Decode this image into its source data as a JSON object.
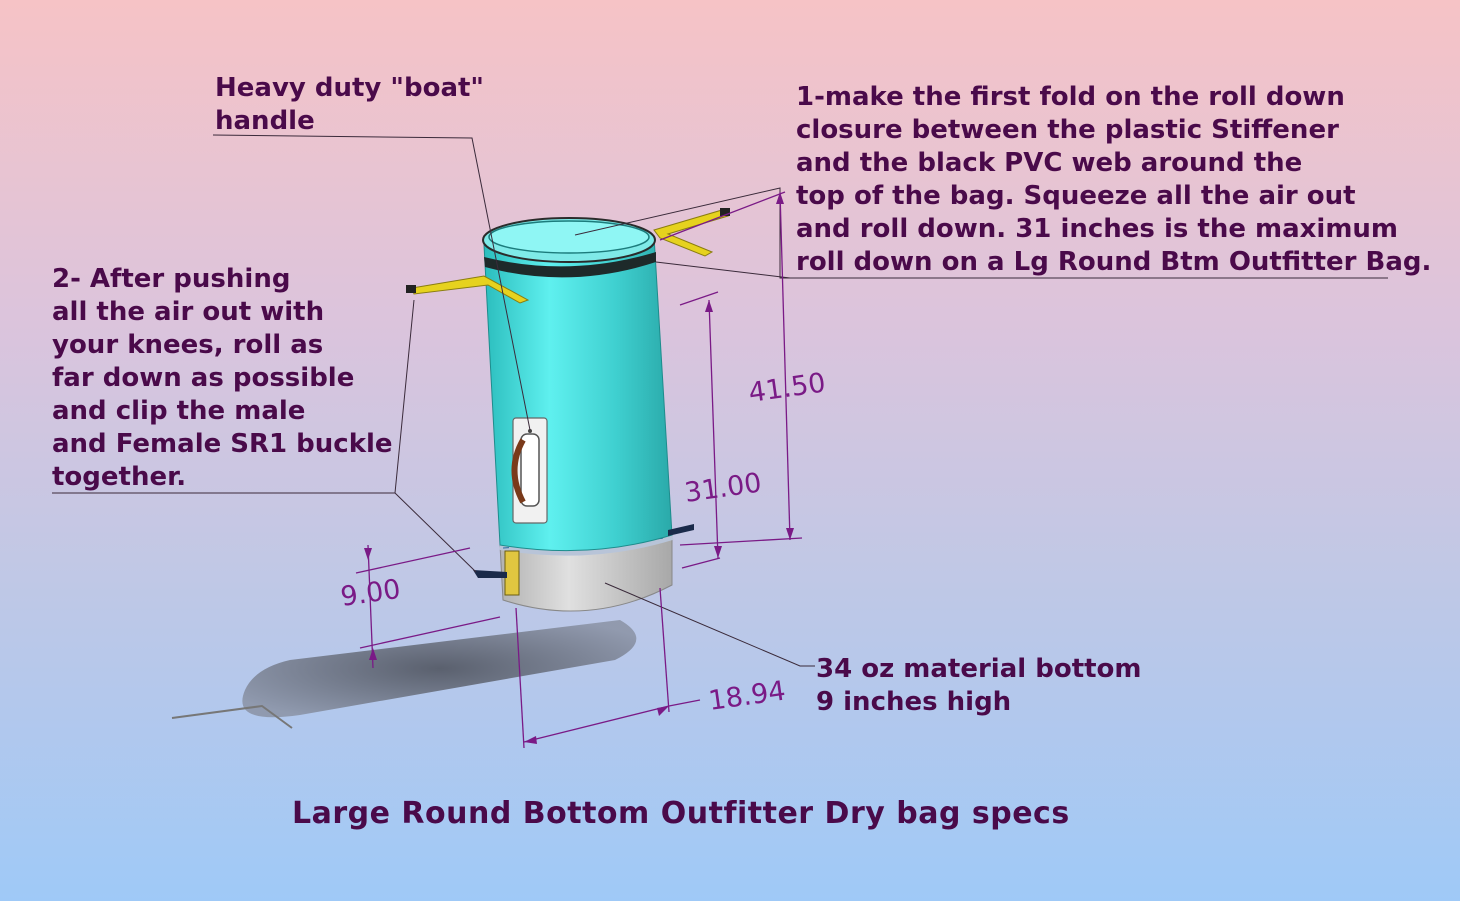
{
  "notes": {
    "handle": "Heavy duty \"boat\"\nhandle",
    "fold": "1-make the first fold on the roll down\nclosure between the plastic Stiffener\nand the black PVC web around the\ntop of the bag.  Squeeze all the air out\nand roll down. 31 inches is the maximum\nroll down on a Lg Round Btm Outfitter Bag.",
    "roll": "2- After pushing\nall the air out with\nyour knees, roll as\nfar down as possible\nand clip the male\nand Female SR1 buckle\ntogether.",
    "bottom": "34 oz material bottom\n9 inches high"
  },
  "dimensions": {
    "overall_height": "41.50",
    "roll_down": "31.00",
    "bottom_height": "9.00",
    "diameter": "18.94"
  },
  "title": "Large Round Bottom Outfitter Dry bag specs",
  "colors": {
    "text": "#4a0a4a",
    "dimension": "#7a1a86",
    "bag_body": "#3ed4d4",
    "bag_bottom": "#c9c9c9",
    "strap": "#e6d21e"
  }
}
